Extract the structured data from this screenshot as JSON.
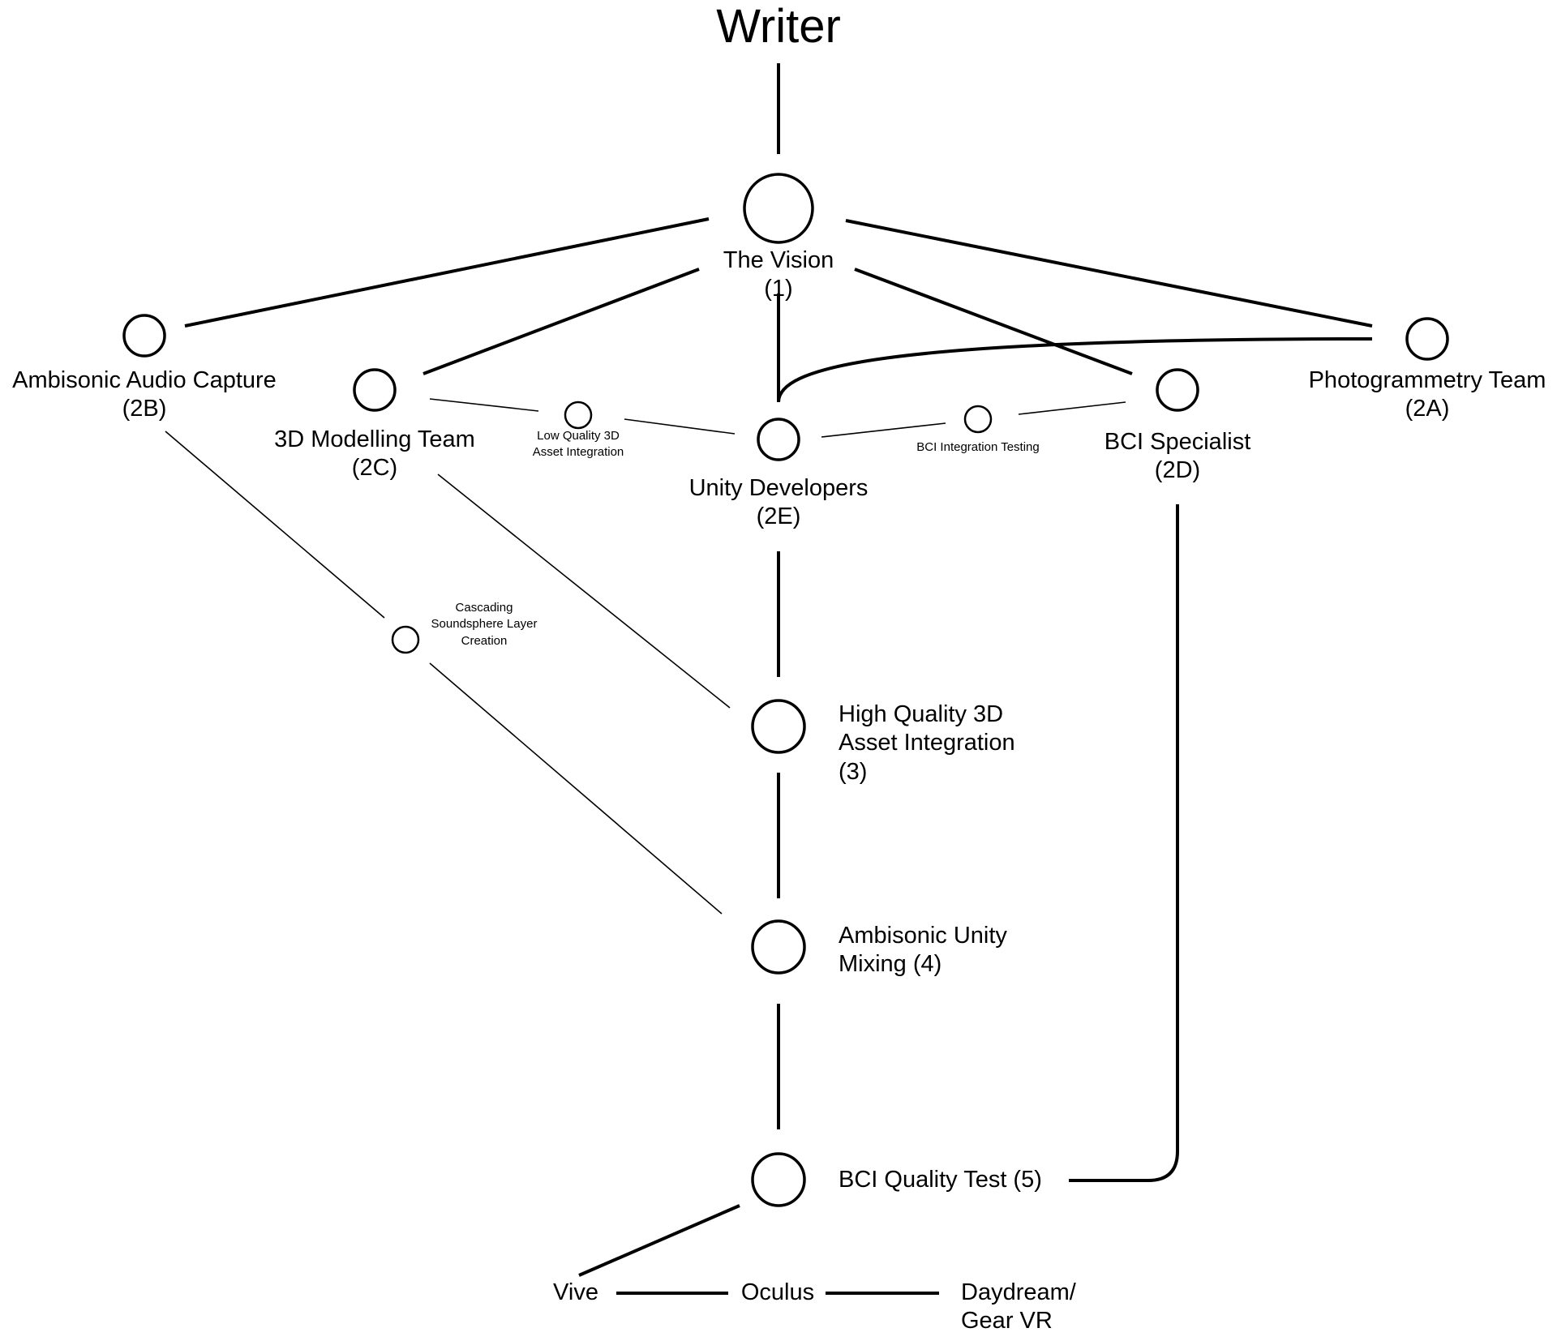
{
  "title": "Writer",
  "nodes": {
    "vision": {
      "line1": "The Vision",
      "line2": "(1)"
    },
    "ambisonic": {
      "line1": "Ambisonic Audio Capture",
      "line2": "(2B)"
    },
    "modelling": {
      "line1": "3D Modelling Team",
      "line2": "(2C)"
    },
    "unity": {
      "line1": "Unity Developers",
      "line2": "(2E)"
    },
    "bci_spec": {
      "line1": "BCI Specialist",
      "line2": "(2D)"
    },
    "photogram": {
      "line1": "Photogrammetry Team",
      "line2": "(2A)"
    },
    "lowq": {
      "line1": "Low Quality 3D",
      "line2": "Asset Integration"
    },
    "bci_int": {
      "line1": "BCI Integration Testing"
    },
    "cascading": {
      "line1": "Cascading",
      "line2": "Soundsphere Layer",
      "line3": "Creation"
    },
    "highq": {
      "line1": "High Quality 3D",
      "line2": "Asset Integration",
      "line3": "(3)"
    },
    "amb_mixing": {
      "line1": "Ambisonic Unity",
      "line2": "Mixing (4)"
    },
    "bci_quality": {
      "line1": "BCI Quality Test (5)"
    }
  },
  "platforms": {
    "vive": "Vive",
    "oculus": "Oculus",
    "daydream_line1": "Daydream/",
    "daydream_line2": "Gear VR"
  }
}
